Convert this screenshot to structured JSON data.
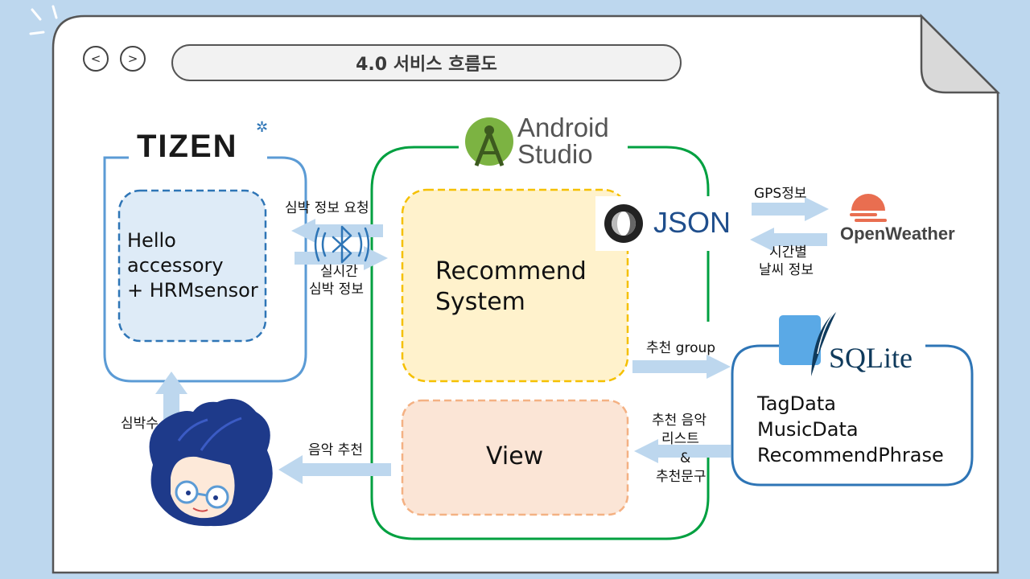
{
  "slide": {
    "title": "4.0 서비스 흐름도",
    "nav": {
      "prev": "<",
      "next": ">"
    }
  },
  "tizen": {
    "logo": "TIZEN",
    "box_lines": [
      "Hello",
      "accessory",
      "+ HRMsensor"
    ]
  },
  "android": {
    "logo_line1": "Android",
    "logo_line2": "Studio",
    "recommend_lines": [
      "Recommend",
      "System"
    ],
    "view_label": "View"
  },
  "json": {
    "label": "JSON"
  },
  "openweather": {
    "label": "OpenWeather"
  },
  "sqlite": {
    "logo": "SQLite",
    "tables": [
      "TagData",
      "MusicData",
      "RecommendPhrase"
    ]
  },
  "flows": {
    "heart_request": "심박 정보 요청",
    "realtime": [
      "실시간",
      "심박 정보"
    ],
    "gps": "GPS정보",
    "weather": [
      "시간별",
      "날씨 정보"
    ],
    "group": "추천 group",
    "music_list": [
      "추천 음악",
      "리스트",
      "&",
      "추천문구"
    ],
    "music_recommend": "음악 추천",
    "bpm": "심박수"
  },
  "colors": {
    "background": "#bdd7ee",
    "tizen_border": "#5b9bd5",
    "android_border": "#00a040",
    "recommend_fill": "#fff2cc",
    "view_fill": "#fbe5d6",
    "arrow": "#bdd7ee",
    "openweather": "#e96e50",
    "sqlite_border": "#2e75b6"
  },
  "icons": [
    "bluetooth-icon",
    "android-studio-icon",
    "json-icon",
    "openweather-icon",
    "sqlite-feather-icon",
    "mascot-icon"
  ]
}
